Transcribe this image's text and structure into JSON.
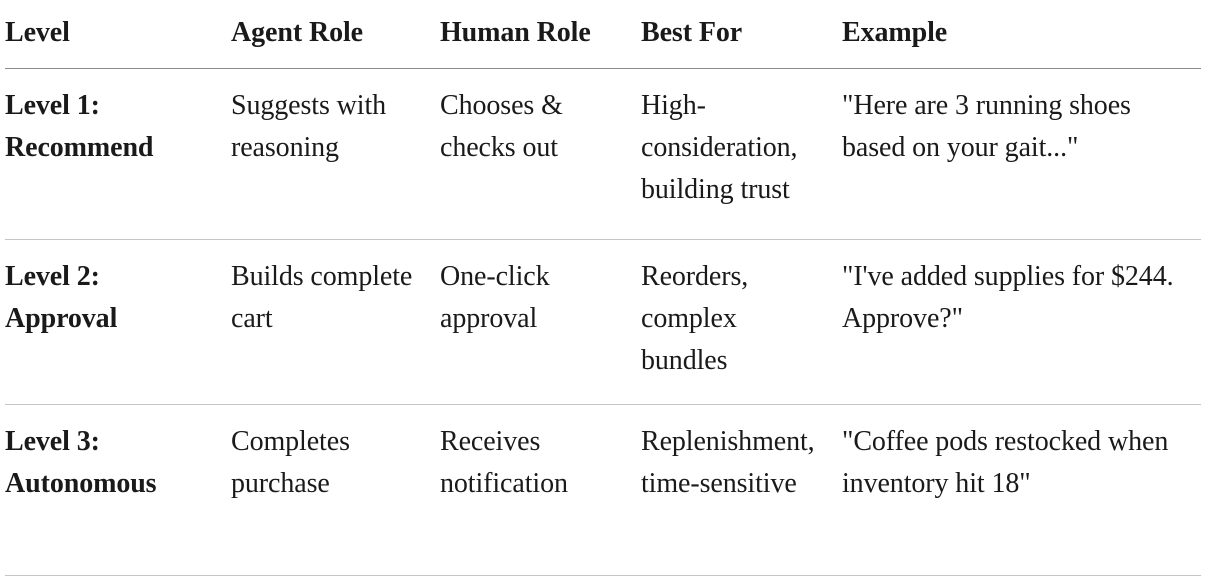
{
  "table": {
    "columns": [
      {
        "key": "level",
        "label": "Level"
      },
      {
        "key": "agent",
        "label": "Agent Role"
      },
      {
        "key": "human",
        "label": "Human Role"
      },
      {
        "key": "best",
        "label": "Best For"
      },
      {
        "key": "example",
        "label": "Example"
      }
    ],
    "rows": [
      {
        "level": "Level 1: Recommend",
        "agent": "Suggests with reasoning",
        "human": "Chooses & checks out",
        "best": "High-consideration, building trust",
        "example": "\"Here are 3 running shoes based on your gait...\""
      },
      {
        "level": "Level 2: Approval",
        "agent": "Builds complete cart",
        "human": "One-click approval",
        "best": "Reorders, complex bundles",
        "example": "\"I've added supplies for $244. Approve?\""
      },
      {
        "level": "Level 3: Autonomous",
        "agent": "Completes purchase",
        "human": "Receives notification",
        "best": "Replenishment, time-sensitive",
        "example": "\"Coffee pods restocked when inventory hit 18\""
      }
    ]
  },
  "style": {
    "text_color": "#1a1a1a",
    "background_color": "#ffffff",
    "header_rule_color": "#8a8a8a",
    "row_rule_color": "#c4c4c4"
  }
}
